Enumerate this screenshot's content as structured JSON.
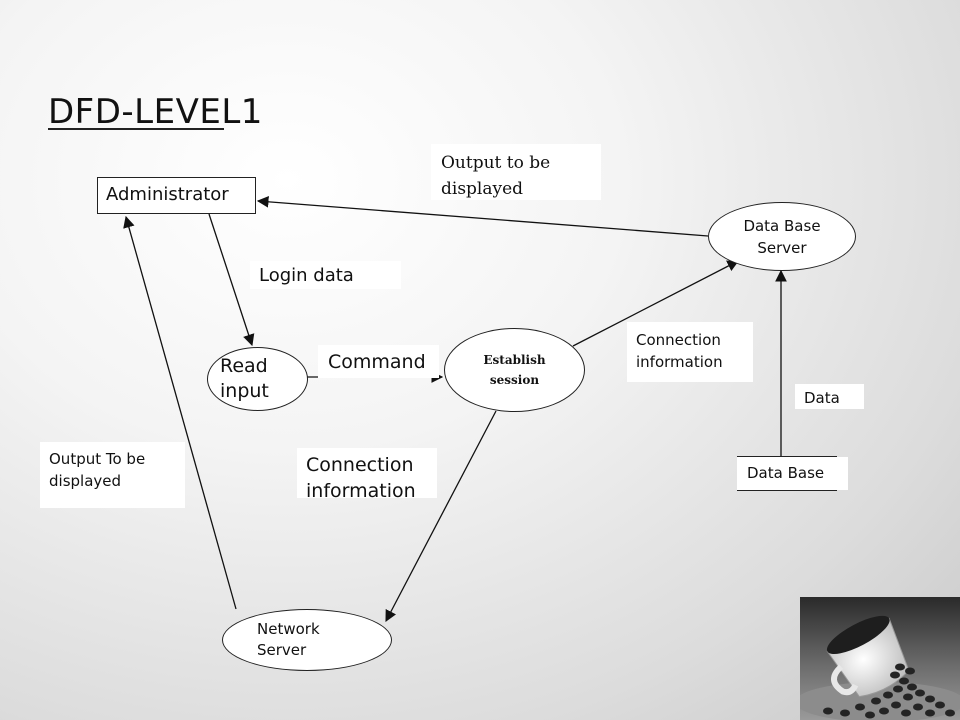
{
  "title": "DFD-LEVEL1",
  "entities": {
    "administrator": "Administrator",
    "read_input": "Read input",
    "establish_session": "Establish session",
    "network_server": "Network Server",
    "database_server": "Data Base Server",
    "database": "Data Base"
  },
  "flows": {
    "output_to_be_displayed_top": "Output to be displayed",
    "login_data": "Login data",
    "command": "Command",
    "connection_information_right": "Connection information",
    "data": "Data",
    "output_to_be_displayed_left": "Output To be displayed",
    "connection_information_mid": "Connection information"
  },
  "image": {
    "description_icon": "coffee-cup-beans-image"
  }
}
